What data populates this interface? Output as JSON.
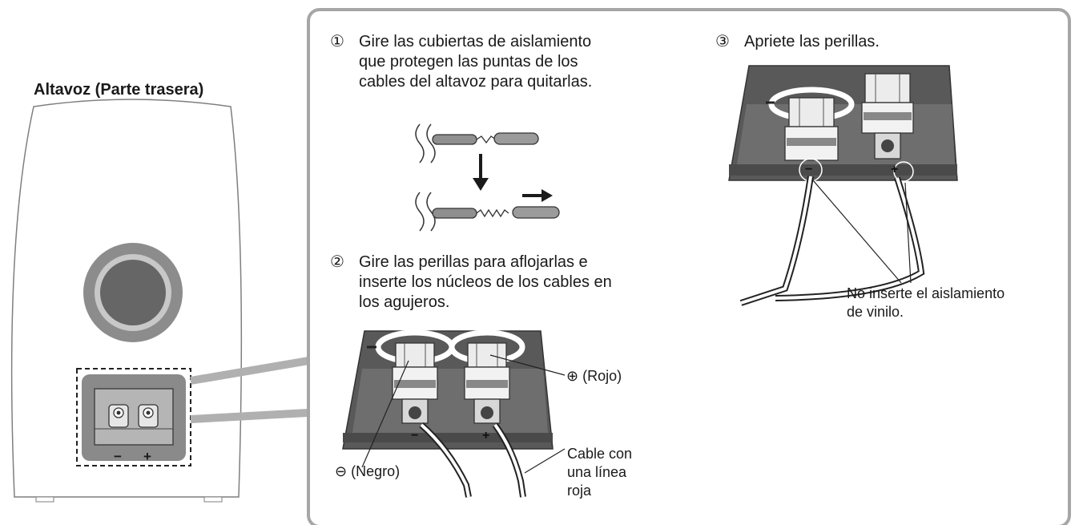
{
  "speaker": {
    "title": "Altavoz (Parte trasera)",
    "minus": "−",
    "plus": "+"
  },
  "steps": [
    {
      "marker": "①",
      "lines": [
        "Gire las cubiertas de aislamiento",
        "que protegen las puntas de los",
        "cables del altavoz para quitarlas."
      ]
    },
    {
      "marker": "②",
      "lines": [
        "Gire las perillas para aflojarlas e",
        "inserte los núcleos de los cables en",
        "los agujeros."
      ]
    },
    {
      "marker": "③",
      "lines": [
        "Apriete las perillas."
      ]
    }
  ],
  "callouts": {
    "rojo": "(Rojo)",
    "negro": "(Negro)",
    "red_line_cable": [
      "Cable con",
      "una línea",
      "roja"
    ],
    "no_insert": [
      "No inserte el aislamiento",
      "de vinilo."
    ]
  },
  "colors": {
    "panel_dark": "#5a5a5a",
    "panel_mid": "#6e6e6e",
    "frame_gray": "#a6a6a6",
    "speaker_outline": "#7f7f7f",
    "terminal_body": "#e4e4e4"
  }
}
